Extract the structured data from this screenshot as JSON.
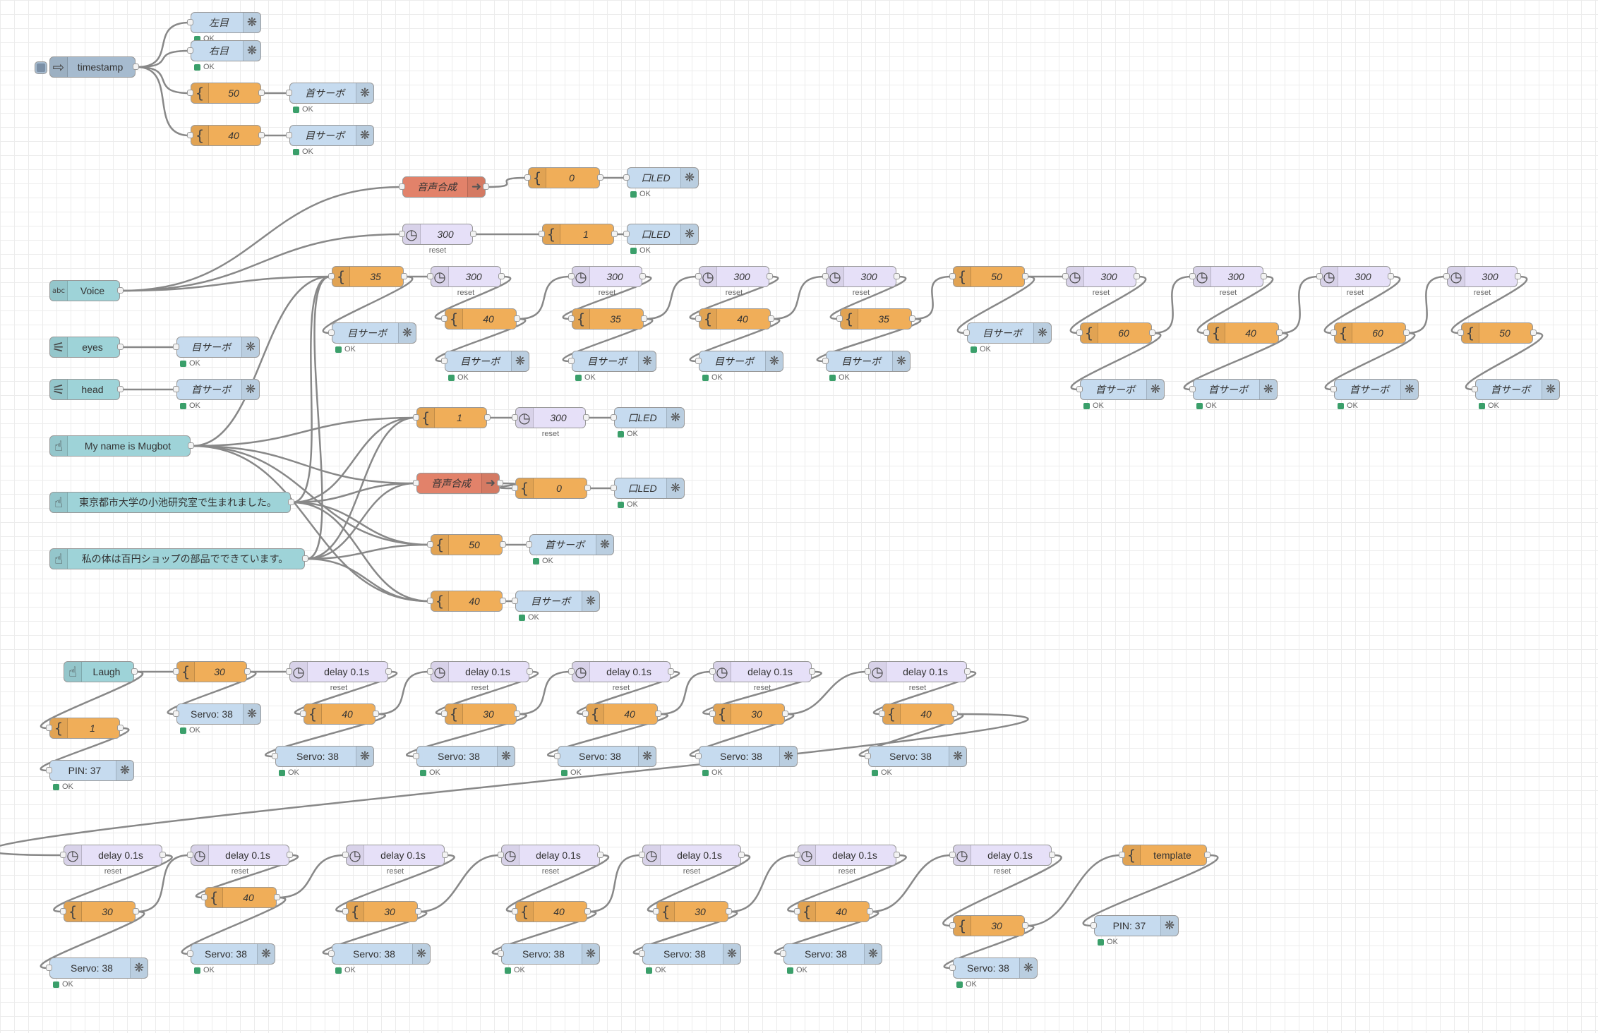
{
  "nodes": [
    {
      "id": "ts",
      "type": "inject",
      "label": "timestamp",
      "ctl": true
    },
    {
      "id": "hL",
      "type": "gpio",
      "label": "左目",
      "status": "OK"
    },
    {
      "id": "hR",
      "type": "gpio",
      "label": "右目",
      "status": "OK"
    },
    {
      "id": "h50",
      "type": "change",
      "label": "50"
    },
    {
      "id": "h40",
      "type": "change",
      "label": "40"
    },
    {
      "id": "hNeck",
      "type": "gpio",
      "label": "首サーボ",
      "status": "OK"
    },
    {
      "id": "hEye",
      "type": "gpio",
      "label": "目サーボ",
      "status": "OK"
    },
    {
      "id": "voiceOut",
      "type": "tts",
      "label": "音声合成"
    },
    {
      "id": "m0",
      "type": "change",
      "label": "0"
    },
    {
      "id": "mLED1",
      "type": "gpio",
      "label": "口LED",
      "status": "OK"
    },
    {
      "id": "md",
      "type": "delay",
      "label": "300",
      "sub": "reset"
    },
    {
      "id": "m1",
      "type": "change",
      "label": "1"
    },
    {
      "id": "mLED2",
      "type": "gpio",
      "label": "口LED",
      "status": "OK"
    },
    {
      "id": "voice",
      "type": "text",
      "label": "Voice",
      "icon": "abc"
    },
    {
      "id": "eyes",
      "type": "slider",
      "label": "eyes"
    },
    {
      "id": "head",
      "type": "slider",
      "label": "head"
    },
    {
      "id": "eyesOut",
      "type": "gpio",
      "label": "目サーボ",
      "status": "OK"
    },
    {
      "id": "headOut",
      "type": "gpio",
      "label": "首サーボ",
      "status": "OK"
    },
    {
      "id": "n35",
      "type": "change",
      "label": "35"
    },
    {
      "id": "s1",
      "type": "gpio",
      "label": "目サーボ",
      "status": "OK"
    },
    {
      "id": "d1",
      "type": "delay",
      "label": "300",
      "sub": "reset"
    },
    {
      "id": "c1",
      "type": "change",
      "label": "40"
    },
    {
      "id": "s2",
      "type": "gpio",
      "label": "目サーボ",
      "status": "OK"
    },
    {
      "id": "d2",
      "type": "delay",
      "label": "300",
      "sub": "reset"
    },
    {
      "id": "c2",
      "type": "change",
      "label": "35"
    },
    {
      "id": "s3",
      "type": "gpio",
      "label": "目サーボ",
      "status": "OK"
    },
    {
      "id": "d3",
      "type": "delay",
      "label": "300",
      "sub": "reset"
    },
    {
      "id": "c3",
      "type": "change",
      "label": "40"
    },
    {
      "id": "s4",
      "type": "gpio",
      "label": "目サーボ",
      "status": "OK"
    },
    {
      "id": "d4",
      "type": "delay",
      "label": "300",
      "sub": "reset"
    },
    {
      "id": "c4",
      "type": "change",
      "label": "35"
    },
    {
      "id": "s5",
      "type": "gpio",
      "label": "目サーボ",
      "status": "OK"
    },
    {
      "id": "c5",
      "type": "change",
      "label": "50"
    },
    {
      "id": "s6",
      "type": "gpio",
      "label": "目サーボ",
      "status": "OK"
    },
    {
      "id": "d6",
      "type": "delay",
      "label": "300",
      "sub": "reset"
    },
    {
      "id": "c6",
      "type": "change",
      "label": "60"
    },
    {
      "id": "s7",
      "type": "gpio",
      "label": "首サーボ",
      "status": "OK"
    },
    {
      "id": "d7",
      "type": "delay",
      "label": "300",
      "sub": "reset"
    },
    {
      "id": "c7",
      "type": "change",
      "label": "40"
    },
    {
      "id": "s8",
      "type": "gpio",
      "label": "首サーボ",
      "status": "OK"
    },
    {
      "id": "d8",
      "type": "delay",
      "label": "300",
      "sub": "reset"
    },
    {
      "id": "c8",
      "type": "change",
      "label": "60"
    },
    {
      "id": "s9",
      "type": "gpio",
      "label": "首サーボ",
      "status": "OK"
    },
    {
      "id": "d9",
      "type": "delay",
      "label": "300",
      "sub": "reset"
    },
    {
      "id": "c9",
      "type": "change",
      "label": "50"
    },
    {
      "id": "s10",
      "type": "gpio",
      "label": "首サーボ",
      "status": "OK"
    },
    {
      "id": "b1",
      "type": "button",
      "label": "My name is Mugbot"
    },
    {
      "id": "b2",
      "type": "button",
      "label": "東京都市大学の小池研究室で生まれました。"
    },
    {
      "id": "b3",
      "type": "button",
      "label": "私の体は百円ショップの部品でできています。"
    },
    {
      "id": "sc1",
      "type": "change",
      "label": "1"
    },
    {
      "id": "sd",
      "type": "delay",
      "label": "300",
      "sub": "reset"
    },
    {
      "id": "sLED1",
      "type": "gpio",
      "label": "口LED",
      "status": "OK"
    },
    {
      "id": "sTTS",
      "type": "tts",
      "label": "音声合成"
    },
    {
      "id": "sc0",
      "type": "change",
      "label": "0"
    },
    {
      "id": "sLED2",
      "type": "gpio",
      "label": "口LED",
      "status": "OK"
    },
    {
      "id": "sc50",
      "type": "change",
      "label": "50"
    },
    {
      "id": "sNeck",
      "type": "gpio",
      "label": "首サーボ",
      "status": "OK"
    },
    {
      "id": "sc40",
      "type": "change",
      "label": "40"
    },
    {
      "id": "sEye",
      "type": "gpio",
      "label": "目サーボ",
      "status": "OK"
    },
    {
      "id": "laugh",
      "type": "button",
      "label": "Laugh"
    },
    {
      "id": "l30",
      "type": "change",
      "label": "30"
    },
    {
      "id": "lServo",
      "type": "gpio",
      "label": "Servo: 38",
      "status": "OK"
    },
    {
      "id": "l1",
      "type": "change",
      "label": "1"
    },
    {
      "id": "lPin",
      "type": "gpio",
      "label": "PIN: 37",
      "status": "OK"
    },
    {
      "id": "ld1",
      "type": "delay",
      "label": "delay 0.1s",
      "sub": "reset"
    },
    {
      "id": "lc1",
      "type": "change",
      "label": "40"
    },
    {
      "id": "ls1",
      "type": "gpio",
      "label": "Servo: 38",
      "status": "OK"
    },
    {
      "id": "ld2",
      "type": "delay",
      "label": "delay 0.1s",
      "sub": "reset"
    },
    {
      "id": "lc2",
      "type": "change",
      "label": "30"
    },
    {
      "id": "ls2",
      "type": "gpio",
      "label": "Servo: 38",
      "status": "OK"
    },
    {
      "id": "ld3",
      "type": "delay",
      "label": "delay 0.1s",
      "sub": "reset"
    },
    {
      "id": "lc3",
      "type": "change",
      "label": "40"
    },
    {
      "id": "ls3",
      "type": "gpio",
      "label": "Servo: 38",
      "status": "OK"
    },
    {
      "id": "ld4",
      "type": "delay",
      "label": "delay 0.1s",
      "sub": "reset"
    },
    {
      "id": "lc4",
      "type": "change",
      "label": "30"
    },
    {
      "id": "ls4",
      "type": "gpio",
      "label": "Servo: 38",
      "status": "OK"
    },
    {
      "id": "ld5",
      "type": "delay",
      "label": "delay 0.1s",
      "sub": "reset"
    },
    {
      "id": "lc5",
      "type": "change",
      "label": "40"
    },
    {
      "id": "ls5",
      "type": "gpio",
      "label": "Servo: 38",
      "status": "OK"
    },
    {
      "id": "ld6",
      "type": "delay",
      "label": "delay 0.1s",
      "sub": "reset"
    },
    {
      "id": "lc6",
      "type": "change",
      "label": "30"
    },
    {
      "id": "ls6",
      "type": "gpio",
      "label": "Servo: 38",
      "status": "OK"
    },
    {
      "id": "ld7",
      "type": "delay",
      "label": "delay 0.1s",
      "sub": "reset"
    },
    {
      "id": "lc7",
      "type": "change",
      "label": "40"
    },
    {
      "id": "ls7",
      "type": "gpio",
      "label": "Servo: 38",
      "status": "OK"
    },
    {
      "id": "ld8",
      "type": "delay",
      "label": "delay 0.1s",
      "sub": "reset"
    },
    {
      "id": "lc8",
      "type": "change",
      "label": "30"
    },
    {
      "id": "ls8",
      "type": "gpio",
      "label": "Servo: 38",
      "status": "OK"
    },
    {
      "id": "ld9",
      "type": "delay",
      "label": "delay 0.1s",
      "sub": "reset"
    },
    {
      "id": "lc9",
      "type": "change",
      "label": "40"
    },
    {
      "id": "ls9",
      "type": "gpio",
      "label": "Servo: 38",
      "status": "OK"
    },
    {
      "id": "ld10",
      "type": "delay",
      "label": "delay 0.1s",
      "sub": "reset"
    },
    {
      "id": "lc10",
      "type": "change",
      "label": "30"
    },
    {
      "id": "ls10",
      "type": "gpio",
      "label": "Servo: 38",
      "status": "OK"
    },
    {
      "id": "ld11",
      "type": "delay",
      "label": "delay 0.1s",
      "sub": "reset"
    },
    {
      "id": "lc11",
      "type": "change",
      "label": "40"
    },
    {
      "id": "ls11",
      "type": "gpio",
      "label": "Servo: 38",
      "status": "OK"
    },
    {
      "id": "ld12",
      "type": "delay",
      "label": "delay 0.1s",
      "sub": "reset"
    },
    {
      "id": "lc12",
      "type": "change",
      "label": "30"
    },
    {
      "id": "ls12",
      "type": "gpio",
      "label": "Servo: 38",
      "status": "OK"
    },
    {
      "id": "tpl",
      "type": "change",
      "label": "template"
    },
    {
      "id": "pin2",
      "type": "gpio",
      "label": "PIN: 37",
      "status": "OK"
    }
  ],
  "wires": [
    [
      "ts",
      "hL"
    ],
    [
      "ts",
      "hR"
    ],
    [
      "ts",
      "h50"
    ],
    [
      "ts",
      "h40"
    ],
    [
      "h50",
      "hNeck"
    ],
    [
      "h40",
      "hEye"
    ],
    [
      "voice",
      "voiceOut"
    ],
    [
      "voice",
      "md"
    ],
    [
      "voice",
      "n35"
    ],
    [
      "voiceOut",
      "m0"
    ],
    [
      "m0",
      "mLED1"
    ],
    [
      "md",
      "m1"
    ],
    [
      "m1",
      "mLED2"
    ],
    [
      "eyes",
      "eyesOut"
    ],
    [
      "head",
      "headOut"
    ],
    [
      "n35",
      "s1"
    ],
    [
      "n35",
      "d1"
    ],
    [
      "d1",
      "c1"
    ],
    [
      "c1",
      "s2"
    ],
    [
      "c1",
      "d2"
    ],
    [
      "d2",
      "c2"
    ],
    [
      "c2",
      "s3"
    ],
    [
      "c2",
      "d3"
    ],
    [
      "d3",
      "c3"
    ],
    [
      "c3",
      "s4"
    ],
    [
      "c3",
      "d4"
    ],
    [
      "d4",
      "c4"
    ],
    [
      "c4",
      "s5"
    ],
    [
      "c4",
      "c5"
    ],
    [
      "c5",
      "s6"
    ],
    [
      "c5",
      "d6"
    ],
    [
      "d6",
      "c6"
    ],
    [
      "c6",
      "s7"
    ],
    [
      "c6",
      "d7"
    ],
    [
      "d7",
      "c7"
    ],
    [
      "c7",
      "s8"
    ],
    [
      "c7",
      "d8"
    ],
    [
      "d8",
      "c8"
    ],
    [
      "c8",
      "s9"
    ],
    [
      "c8",
      "d9"
    ],
    [
      "d9",
      "c9"
    ],
    [
      "c9",
      "s10"
    ],
    [
      "b1",
      "sc1"
    ],
    [
      "b1",
      "sTTS"
    ],
    [
      "b1",
      "sc50"
    ],
    [
      "b1",
      "sc40"
    ],
    [
      "b1",
      "n35"
    ],
    [
      "b2",
      "sc1"
    ],
    [
      "b2",
      "sTTS"
    ],
    [
      "b2",
      "sc50"
    ],
    [
      "b2",
      "sc40"
    ],
    [
      "b2",
      "n35"
    ],
    [
      "b3",
      "sc1"
    ],
    [
      "b3",
      "sTTS"
    ],
    [
      "b3",
      "sc50"
    ],
    [
      "b3",
      "sc40"
    ],
    [
      "b3",
      "n35"
    ],
    [
      "sc1",
      "sd"
    ],
    [
      "sd",
      "sLED1"
    ],
    [
      "sTTS",
      "sc0"
    ],
    [
      "sc0",
      "sLED2"
    ],
    [
      "sc50",
      "sNeck"
    ],
    [
      "sc40",
      "sEye"
    ],
    [
      "laugh",
      "l30"
    ],
    [
      "laugh",
      "l1"
    ],
    [
      "l1",
      "lPin"
    ],
    [
      "l30",
      "lServo"
    ],
    [
      "l30",
      "ld1"
    ],
    [
      "ld1",
      "lc1"
    ],
    [
      "lc1",
      "ls1"
    ],
    [
      "lc1",
      "ld2"
    ],
    [
      "ld2",
      "lc2"
    ],
    [
      "lc2",
      "ls2"
    ],
    [
      "lc2",
      "ld3"
    ],
    [
      "ld3",
      "lc3"
    ],
    [
      "lc3",
      "ls3"
    ],
    [
      "lc3",
      "ld4"
    ],
    [
      "ld4",
      "lc4"
    ],
    [
      "lc4",
      "ls4"
    ],
    [
      "lc4",
      "ld5"
    ],
    [
      "ld5",
      "lc5"
    ],
    [
      "lc5",
      "ls5"
    ],
    [
      "lc5",
      "ld6"
    ],
    [
      "ld6",
      "lc6"
    ],
    [
      "lc6",
      "ls6"
    ],
    [
      "lc6",
      "ld7"
    ],
    [
      "ld7",
      "lc7"
    ],
    [
      "lc7",
      "ls7"
    ],
    [
      "lc7",
      "ld8"
    ],
    [
      "ld8",
      "lc8"
    ],
    [
      "lc8",
      "ls8"
    ],
    [
      "lc8",
      "ld9"
    ],
    [
      "ld9",
      "lc9"
    ],
    [
      "lc9",
      "ls9"
    ],
    [
      "lc9",
      "ld10"
    ],
    [
      "ld10",
      "lc10"
    ],
    [
      "lc10",
      "ls10"
    ],
    [
      "lc10",
      "ld11"
    ],
    [
      "ld11",
      "lc11"
    ],
    [
      "lc11",
      "ls11"
    ],
    [
      "lc11",
      "ld12"
    ],
    [
      "ld12",
      "lc12"
    ],
    [
      "lc12",
      "ls12"
    ],
    [
      "lc12",
      "tpl"
    ],
    [
      "tpl",
      "pin2"
    ]
  ],
  "node_styles": {
    "inject": {
      "fill": "#a6bbcf",
      "icon": "arrow-right-icon"
    },
    "gpio": {
      "fill": "#c6dbef",
      "icon": "raspberry-pi-icon"
    },
    "change": {
      "fill": "#f0ae59",
      "icon": "brace-icon"
    },
    "delay": {
      "fill": "#e6e0f8",
      "icon": "clock-icon"
    },
    "tts": {
      "fill": "#e2826a",
      "icon": "speaker-icon"
    },
    "text": {
      "fill": "#9ed3d8",
      "icon": "abc-icon"
    },
    "slider": {
      "fill": "#9ed3d8",
      "icon": "slider-icon"
    },
    "button": {
      "fill": "#9ed3d8",
      "icon": "hand-icon"
    }
  },
  "wire_color": "#888888"
}
